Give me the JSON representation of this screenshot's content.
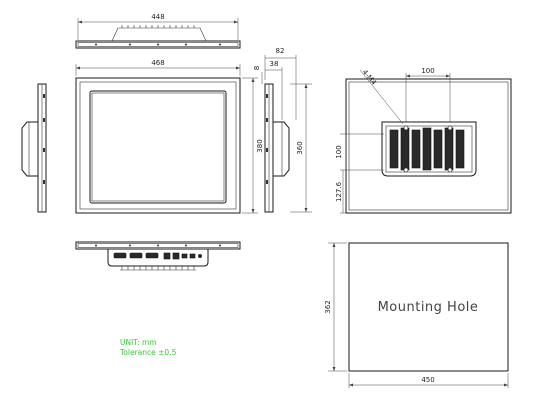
{
  "dimensions": {
    "top_width": "448",
    "front_width": "468",
    "front_height": "380",
    "side_depth_total": "82",
    "side_depth_inner": "38",
    "side_offset": "8",
    "side_height": "360",
    "rear_vesa_width": "100",
    "rear_vesa_height": "100",
    "rear_hole_label": "4-M4",
    "rear_bottom_offset": "127.6",
    "cutout_width": "450",
    "cutout_height": "362"
  },
  "cutout_label": "Mounting Hole",
  "notes": {
    "unit": "UNIT: mm",
    "tolerance": "Tolerance ±0.5"
  },
  "colors": {
    "line": "#1a1a1a",
    "note_text": "#33cc33"
  }
}
